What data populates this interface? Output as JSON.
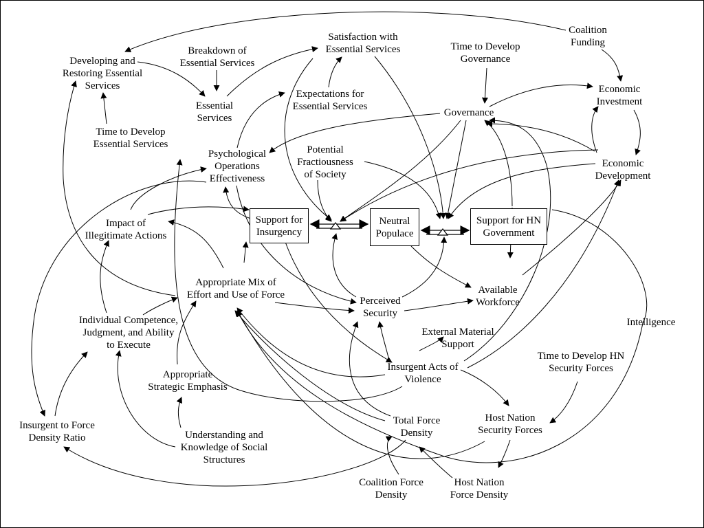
{
  "diagram": {
    "variables": {
      "coalition_funding": "Coalition\nFunding",
      "developing_restoring": "Developing and\nRestoring Essential\nServices",
      "breakdown": "Breakdown of\nEssential Services",
      "satisfaction": "Satisfaction with\nEssential Services",
      "time_gov": "Time to Develop\nGovernance",
      "economic_investment": "Economic\nInvestment",
      "essential_services": "Essential\nServices",
      "expectations": "Expectations for\nEssential Services",
      "governance": "Governance",
      "time_es": "Time to Develop\nEssential Services",
      "psyops": "Psychological\nOperations\nEffectiveness",
      "fractiousness": "Potential\nFractiousness\nof Society",
      "economic_development": "Economic\nDevelopment",
      "impact_illegitimate": "Impact of\nIllegitimate Actions",
      "appropriate_mix": "Appropriate Mix of\nEffort and Use of Force",
      "perceived_security": "Perceived\nSecurity",
      "available_workforce": "Available\nWorkforce",
      "intelligence": "Intelligence",
      "individual_competence": "Individual Competence,\nJudgment, and Ability\nto Execute",
      "external_material": "External Material\nSupport",
      "time_hn": "Time to Develop HN\nSecurity Forces",
      "insurgent_acts": "Insurgent Acts of\nViolence",
      "strategic_emphasis": "Appropriate\nStrategic Emphasis",
      "insurgent_ratio": "Insurgent to Force\nDensity Ratio",
      "total_force": "Total Force\nDensity",
      "hn_security": "Host Nation\nSecurity Forces",
      "understanding": "Understanding and\nKnowledge of Social\nStructures",
      "coalition_force": "Coalition Force\nDensity",
      "hn_force": "Host Nation\nForce Density"
    },
    "stocks": {
      "insurgency": "Support for\nInsurgency",
      "neutral": "Neutral\nPopulace",
      "hn_government": "Support for HN\nGovernment"
    }
  }
}
